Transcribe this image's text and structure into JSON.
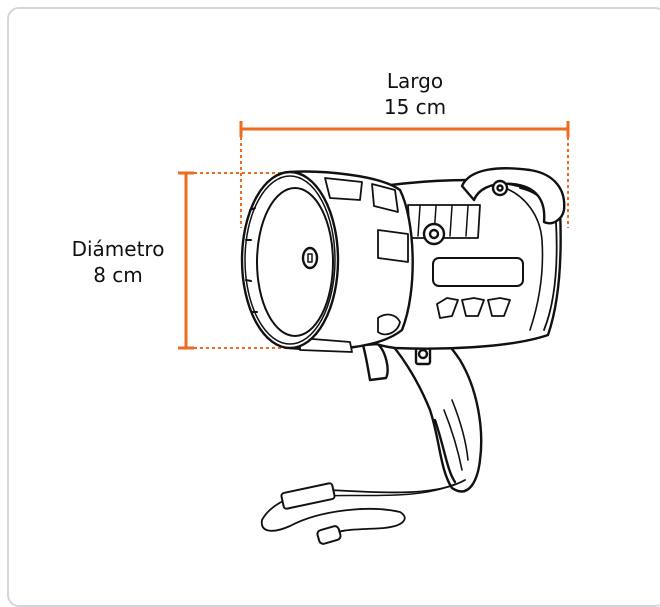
{
  "dimensions": {
    "length": {
      "label": "Largo",
      "value": "15 cm"
    },
    "diameter": {
      "label": "Diámetro",
      "value": "8 cm"
    }
  },
  "colors": {
    "accent": "#ef6b1f",
    "line": "#111111",
    "frame": "#d3d6da"
  },
  "icons": [
    "spotlight-product-illustration"
  ]
}
